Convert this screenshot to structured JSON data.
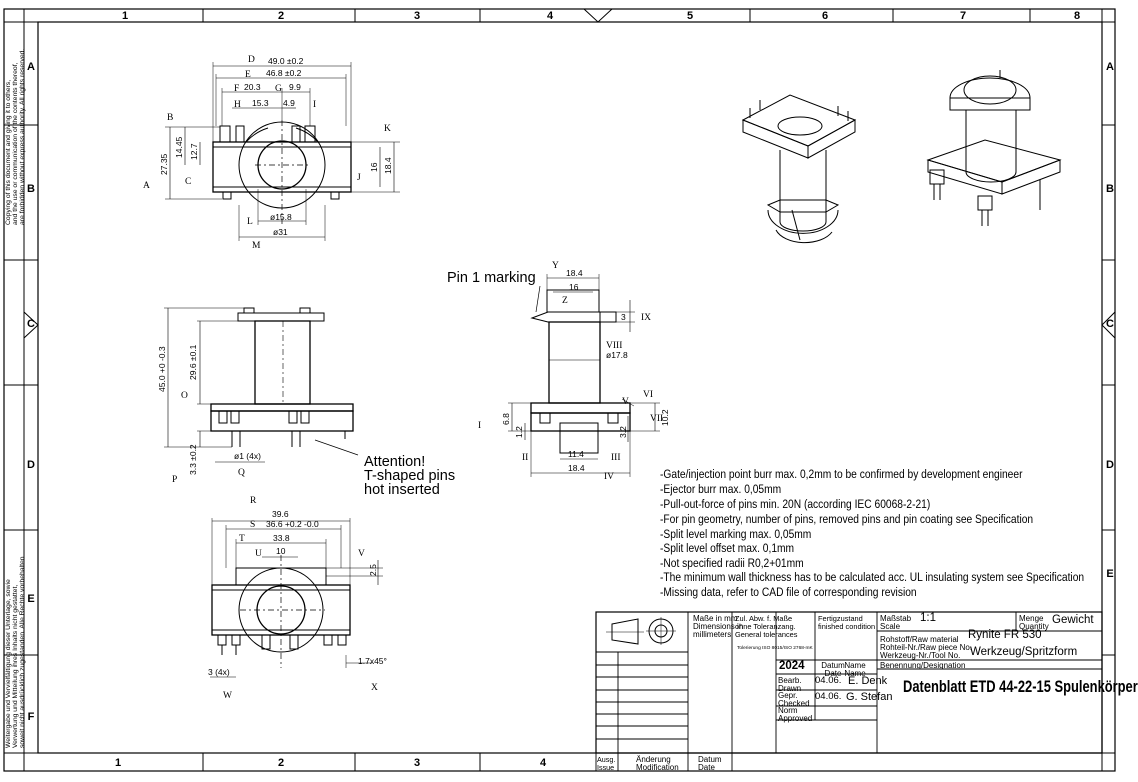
{
  "frame": {
    "cols": [
      "1",
      "2",
      "3",
      "4",
      "5",
      "6",
      "7",
      "8"
    ],
    "rows": [
      "A",
      "B",
      "C",
      "D",
      "E",
      "F"
    ],
    "copyright_top": [
      "Copying of this document and giving it to others,",
      "and the use or communication of the contents thereof,",
      "are forbidden without express authority. All rights reserved."
    ],
    "copyright_bottom": [
      "Weitergabe und Vervielfältigung dieser Unterlage, sowie",
      "Verwertung und Mitteilung ihres Inhalts nicht gestattet,",
      "soweit nicht ausdrücklich zugestanden. Alle Rechte vorbehalten"
    ]
  },
  "view_top": {
    "letters": {
      "A": "A",
      "B": "B",
      "C": "C",
      "D": "D",
      "E": "E",
      "F": "F",
      "G": "G",
      "H": "H",
      "I": "I",
      "J": "J",
      "K": "K",
      "L": "L",
      "M": "M"
    },
    "dims": {
      "d": "49.0 ±0.2",
      "e": "46.8 ±0.2",
      "f": "20.3",
      "g": "9.9",
      "h": "15.3",
      "i": "4.9",
      "b1": "14.45",
      "c1": "12.7",
      "a1": "27.35",
      "j1": "16",
      "k1": "18.4",
      "l1": "ø15.8",
      "m1": "ø31"
    }
  },
  "view_front": {
    "letters": {
      "O": "O",
      "P": "P",
      "Q": "Q"
    },
    "dims": {
      "o1": "45.0 +0 -0.3",
      "o2": "29.6 ±0.1",
      "p1": "3.3 ±0.2",
      "q1": "ø1 (4x)"
    },
    "attention": [
      "Attention!",
      "T-shaped pins",
      "hot inserted"
    ]
  },
  "view_side": {
    "pin1": "Pin 1 marking",
    "letters": {
      "Y": "Y",
      "Z": "Z",
      "IX": "IX",
      "VIII": "VIII",
      "VI": "VI",
      "V": "V",
      "VII": "VII",
      "I": "I",
      "II": "II",
      "III": "III",
      "IV": "IV"
    },
    "dims": {
      "y1": "18.4",
      "z1": "16",
      "ix1": "3",
      "viii1": "ø17.8",
      "vii1": "10.2",
      "vi1": "3.2",
      "i1": "6.8",
      "i2": "1.2",
      "iii1": "11.4",
      "iv1": "18.4"
    }
  },
  "view_bottom": {
    "letters": {
      "R": "R",
      "S": "S",
      "T": "T",
      "U": "U",
      "V": "V",
      "W": "W",
      "X": "X"
    },
    "dims": {
      "r1": "39.6",
      "s1": "36.6 +0.2 -0.0",
      "t1": "33.8",
      "u1": "10",
      "v1": "2.5",
      "w1": "3 (4x)",
      "x1": "1.7x45°"
    }
  },
  "notes": [
    "-Gate/injection point burr max. 0,2mm to be confirmed by development engineer",
    "-Ejector burr max. 0,05mm",
    "-Pull-out-force of pins min. 20N (according IEC 60068-2-21)",
    "-For pin geometry, number of pins, removed pins and pin coating see Specification",
    "-Split level marking max. 0,05mm",
    "-Split level offset max. 0,1mm",
    "-Not specified radii R0,2+01mm",
    "-The minimum wall thickness has to be calculated acc. UL insulating system see Specification",
    "-Missing data, refer to CAD file of corresponding revision"
  ],
  "title_block": {
    "dims_label": [
      "Maße in mm",
      "Dimensions in",
      "millimeters"
    ],
    "tol_label": [
      "Zul. Abw. f. Maße",
      "ohne Toleranzang.",
      "General tolerances"
    ],
    "tol_value": "Tolerierung ISO 8015/ISO 2768-mK",
    "finish_label": [
      "Fertigzustand",
      "finished condition"
    ],
    "scale_label": [
      "Maßstab",
      "Scale"
    ],
    "scale_value": "1:1",
    "qty_label": [
      "Menge",
      "Quantity"
    ],
    "qty_value": "Gewicht",
    "material_label": "Rohstoff/Raw material",
    "material_value": "Rynite FR 530",
    "rawpiece_label": "Rohteil-Nr./Raw piece No.",
    "tool_label": "Werkzeug-Nr./Tool No.",
    "tool_value": "Werkzeug/Spritzform",
    "year": "2024",
    "date_label": [
      "Datum",
      "Date"
    ],
    "name_label": [
      "Name",
      "Name"
    ],
    "designation_label": "Benennung/Designation",
    "drawn_label": [
      "Bearb.",
      "Drawn"
    ],
    "drawn_date": "04.06.",
    "drawn_name": "E. Denk",
    "checked_label": [
      "Gepr.",
      "Checked"
    ],
    "checked_date": "04.06.",
    "checked_name": "G. Stefan",
    "norm_label": [
      "Norm",
      "Approved"
    ],
    "title": "Datenblatt ETD 44-22-15 Spulenkörper",
    "issue_label": [
      "Ausg.",
      "Issue"
    ],
    "mod_label": [
      "Änderung",
      "Modification"
    ],
    "rev_date_label": [
      "Datum",
      "Date"
    ]
  }
}
